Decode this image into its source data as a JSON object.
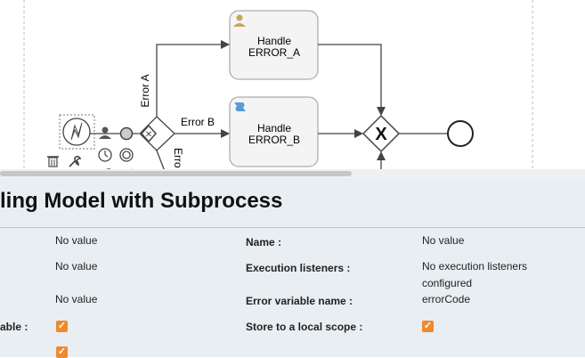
{
  "diagram": {
    "task_a": {
      "line1": "Handle",
      "line2": "ERROR_A"
    },
    "task_b": {
      "line1": "Handle",
      "line2": "ERROR_B"
    },
    "flow_error_a": "Error A",
    "flow_error_b": "Error B",
    "flow_error_c": "Erro",
    "gateway_join_symbol": "X",
    "palette_icons": [
      "boundary-error-event-icon",
      "user-task-icon",
      "event-icon",
      "gateway-icon",
      "trash-icon",
      "wrench-icon",
      "timer-event-icon",
      "end-event-icon",
      "connect-arrow-icon",
      "dashed-arrow-icon"
    ]
  },
  "panel": {
    "title": "ling Model with Subprocess",
    "left_col": {
      "row1_value": "No value",
      "row2_value": "No value",
      "row3_value": "No value",
      "row4_label": "able :",
      "row4_checked": true,
      "row5_checked": true
    },
    "right_col": {
      "name_label": "Name :",
      "name_value": "No value",
      "exec_label": "Execution listeners :",
      "exec_value_line1": "No execution listeners",
      "exec_value_line2": "configured",
      "errvar_label": "Error variable name :",
      "errvar_value": "errorCode",
      "store_label": "Store to a local scope :",
      "store_checked": true
    },
    "colors": {
      "accent_checkbox": "#f0892e",
      "panel_bg": "#e8eef2"
    }
  }
}
